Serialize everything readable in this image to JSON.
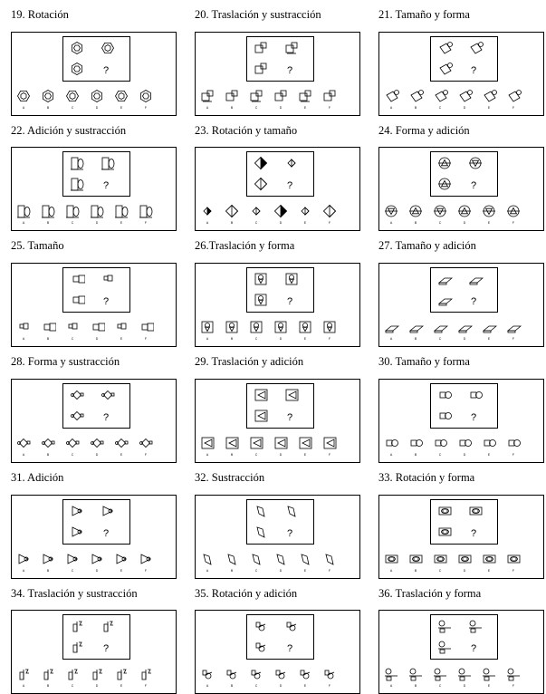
{
  "puzzles": [
    {
      "title": "19. Rotación"
    },
    {
      "title": "20. Traslación y sustracción"
    },
    {
      "title": "21. Tamaño y forma"
    },
    {
      "title": "22. Adición y sustracción"
    },
    {
      "title": "23. Rotación y tamaño"
    },
    {
      "title": "24. Forma y adición"
    },
    {
      "title": "25. Tamaño"
    },
    {
      "title": "26.Traslación y forma"
    },
    {
      "title": "27. Tamaño y adición"
    },
    {
      "title": "28. Forma y sustracción"
    },
    {
      "title": "29. Traslación y adición"
    },
    {
      "title": "30. Tamaño y forma"
    },
    {
      "title": "31. Adición"
    },
    {
      "title": "32. Sustracción"
    },
    {
      "title": "33. Rotación y forma"
    },
    {
      "title": "34. Traslación y sustracción"
    },
    {
      "title": "35. Rotación y adición"
    },
    {
      "title": "36. Traslación y forma"
    }
  ],
  "question_mark": "?",
  "option_labels": [
    "A",
    "B",
    "C",
    "D",
    "E",
    "F"
  ]
}
